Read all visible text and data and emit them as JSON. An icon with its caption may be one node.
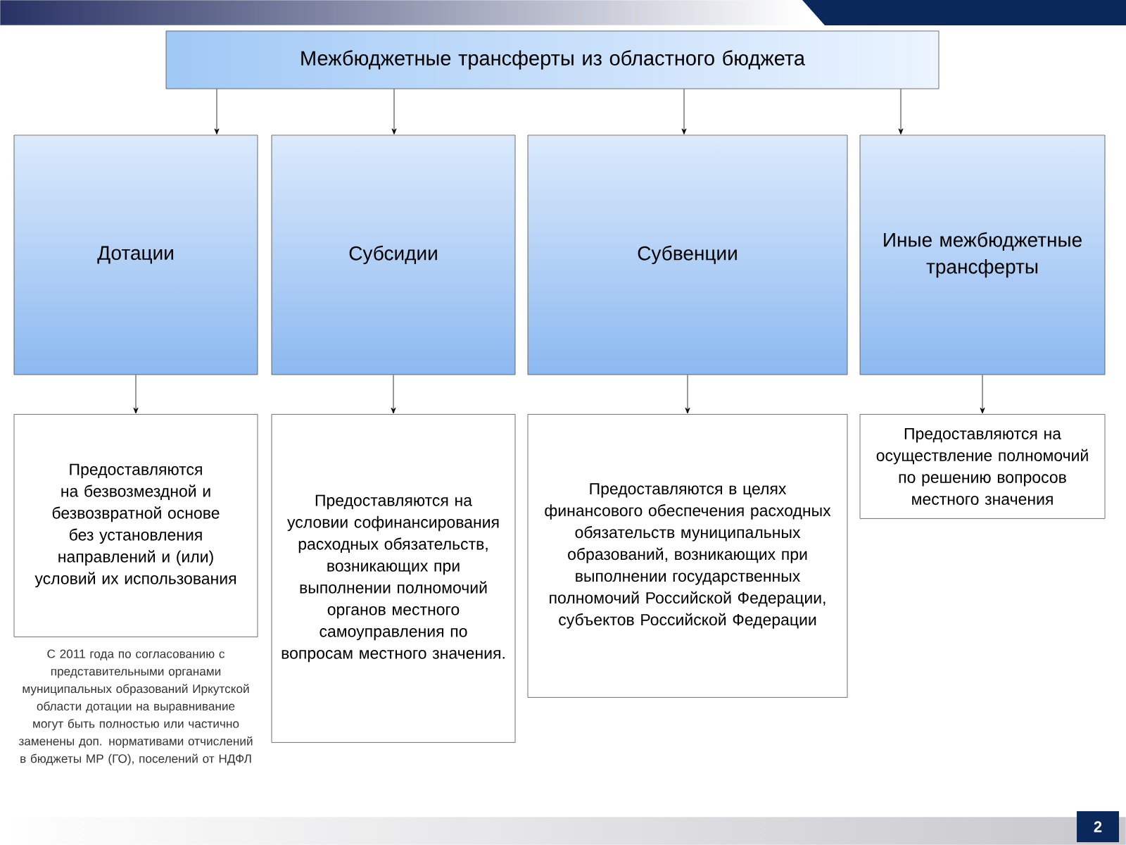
{
  "diagram": {
    "nodes": [
      {
        "text": [
          "Межбюджетные трансферты из областного бюджета"
        ]
      },
      {
        "text": [
          "Дотации"
        ]
      },
      {
        "text": [
          "Субсидии"
        ]
      },
      {
        "text": [
          "Субвенции"
        ]
      },
      {
        "text": [
          "Иные межбюджетные трансферты"
        ]
      },
      {
        "text": [
          "Предоставляются на безвозмездной и безвозвратной основе без установления направлений и (или) условий их использования"
        ]
      },
      {
        "text": [
          "Предоставляются на условии софинансирования расходных обязательств, возникающих при выполнении полномочий органов местного самоуправления по вопросам местного значения."
        ]
      },
      {
        "text": [
          "Предоставляются в целях финансового обеспечения расходных обязательств муниципальных образований, возникающих при выполнении государственных полномочий Российской Федерации, субъектов Российской Федерации"
        ]
      },
      {
        "text": [
          "Предоставляются на осуществление полномочий по решению вопросов местного значения"
        ]
      }
    ],
    "edges": [
      {
        "from": 0,
        "to": 1,
        "arrow": "to"
      },
      {
        "from": 0,
        "to": 2,
        "arrow": "to"
      },
      {
        "from": 0,
        "to": 3,
        "arrow": "to"
      },
      {
        "from": 0,
        "to": 4,
        "arrow": "to"
      },
      {
        "from": 1,
        "to": 5,
        "arrow": "to"
      },
      {
        "from": 2,
        "to": 6,
        "arrow": "to"
      },
      {
        "from": 3,
        "to": 7,
        "arrow": "to"
      },
      {
        "from": 4,
        "to": 8,
        "arrow": "to"
      }
    ],
    "labels": [
      "С 2011 года по согласованию с представительными органами муниципальных образований Иркутской области дотации на выравнивание могут быть полностью или частично заменены доп. нормативами отчислений в бюджеты МР (ГО), поселений от НДФЛ",
      "2"
    ]
  }
}
